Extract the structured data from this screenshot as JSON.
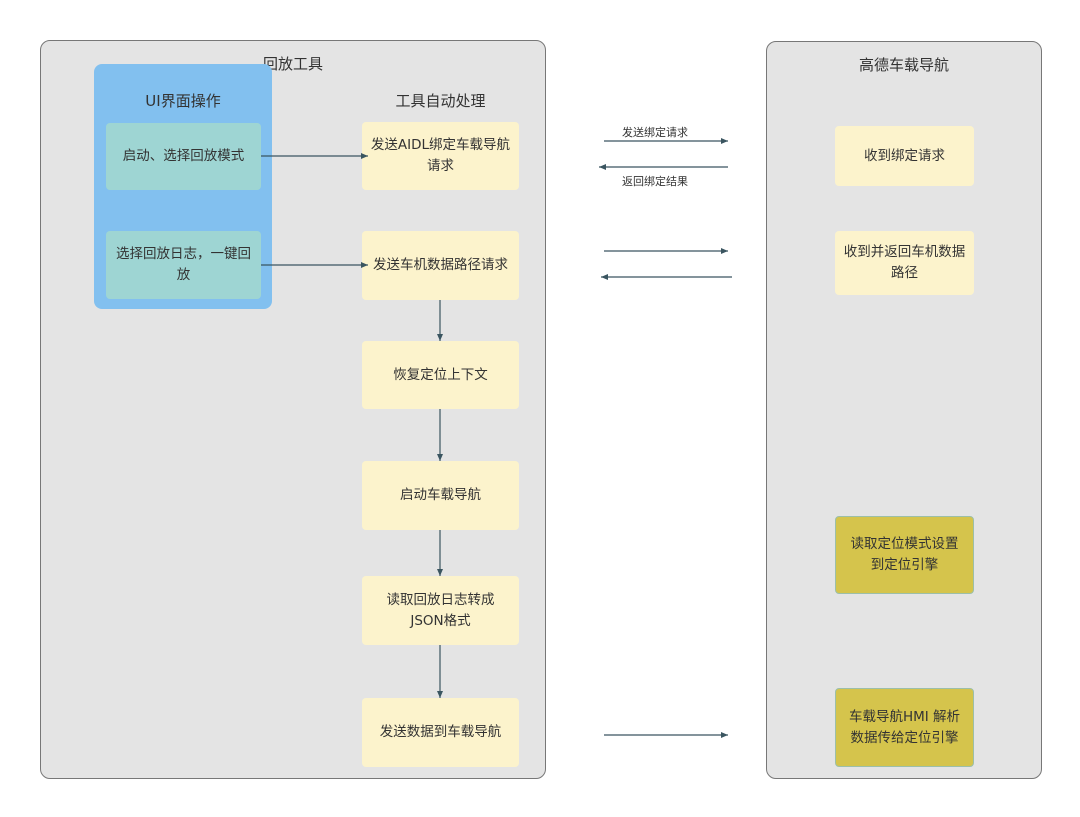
{
  "left_panel": {
    "title": "回放工具",
    "ui_group_title": "UI界面操作",
    "tool_column_title": "工具自动处理",
    "ui_steps": [
      "启动、选择回放模式",
      "选择回放日志，一键回放"
    ],
    "tool_steps": [
      "发送AIDL绑定车载导航请求",
      "发送车机数据路径请求",
      "恢复定位上下文",
      "启动车载导航",
      "读取回放日志转成JSON格式",
      "发送数据到车载导航"
    ]
  },
  "right_panel": {
    "title": "高德车载导航",
    "steps": [
      "收到绑定请求",
      "收到并返回车机数据路径",
      "读取定位模式设置到定位引擎",
      "车载导航HMI 解析数据传给定位引擎"
    ]
  },
  "edge_labels": {
    "send_bind": "发送绑定请求",
    "return_bind": "返回绑定结果"
  },
  "colors": {
    "panel_bg": "#e4e4e4",
    "ui_group": "#82c0ef",
    "ui_step": "#9ed5d3",
    "tool_step": "#fcf3cc",
    "right_step_light": "#fcf3cc",
    "right_step_accent": "#d5c44c",
    "arrow": "#3a5560"
  }
}
